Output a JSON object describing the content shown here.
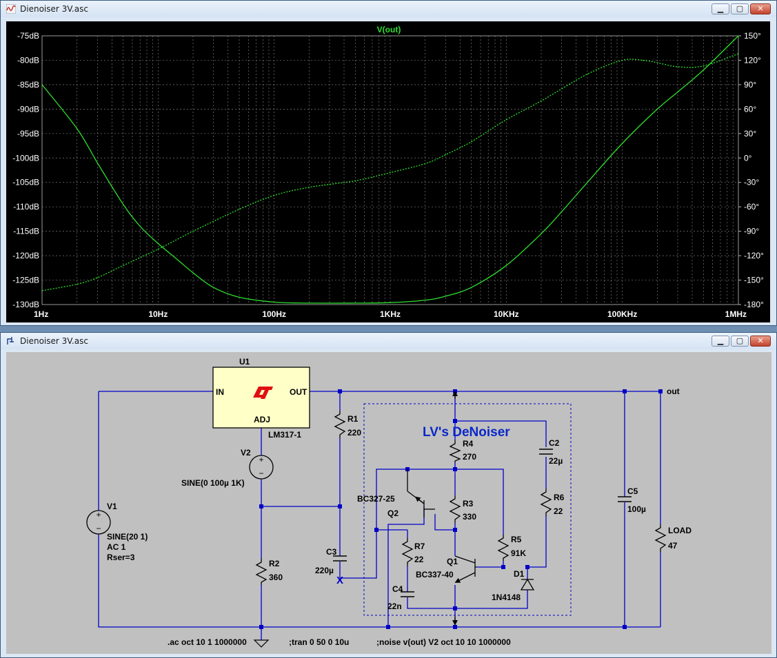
{
  "plot_window": {
    "title": "Dienoiser 3V.asc",
    "trace_label": "V(out)",
    "left_axis_ticks": [
      "-75dB",
      "-80dB",
      "-85dB",
      "-90dB",
      "-95dB",
      "-100dB",
      "-105dB",
      "-110dB",
      "-115dB",
      "-120dB",
      "-125dB",
      "-130dB"
    ],
    "right_axis_ticks": [
      "150°",
      "120°",
      "90°",
      "60°",
      "30°",
      "0°",
      "-30°",
      "-60°",
      "-90°",
      "-120°",
      "-150°",
      "-180°"
    ],
    "x_axis_ticks": [
      "1Hz",
      "10Hz",
      "100Hz",
      "1KHz",
      "10KHz",
      "100KHz",
      "1MHz"
    ],
    "colors": {
      "background": "#000000",
      "trace": "#2ee02e",
      "grid": "#7a7a7a",
      "axis_text": "#ffffff"
    }
  },
  "chart_data": {
    "type": "line",
    "title": "V(out)",
    "x_scale": "log",
    "xlim": [
      1,
      1000000
    ],
    "ylim_left": [
      -130,
      -75
    ],
    "ylim_right": [
      -180,
      150
    ],
    "left_unit": "dB",
    "right_unit": "°",
    "grid": true,
    "series": [
      {
        "axis": "left",
        "style": "solid",
        "x": [
          1,
          2,
          3,
          5,
          7,
          10,
          15,
          20,
          30,
          50,
          100,
          200,
          500,
          1000,
          2000,
          3000,
          5000,
          10000,
          20000,
          30000,
          50000,
          100000,
          200000,
          300000,
          500000,
          1000000
        ],
        "values": [
          -85,
          -94,
          -101,
          -109.5,
          -114,
          -117.5,
          -121,
          -123.5,
          -126.5,
          -128.5,
          -129.5,
          -129.7,
          -129.7,
          -129.6,
          -129.1,
          -128.3,
          -126.5,
          -122,
          -115.5,
          -111,
          -105,
          -97,
          -90,
          -86.5,
          -82,
          -75
        ]
      },
      {
        "axis": "right",
        "style": "dashed",
        "x": [
          1,
          2,
          3,
          5,
          10,
          20,
          50,
          100,
          200,
          500,
          1000,
          2000,
          3000,
          5000,
          10000,
          20000,
          50000,
          100000,
          150000,
          200000,
          300000,
          500000,
          1000000
        ],
        "values": [
          -163,
          -155,
          -147,
          -132,
          -112,
          -90,
          -63,
          -46,
          -36,
          -28,
          -18,
          -7,
          4,
          20,
          47,
          70,
          103,
          120,
          120,
          117,
          112,
          113,
          128
        ]
      }
    ]
  },
  "schematic_window": {
    "title": "Dienoiser 3V.asc",
    "components": {
      "u1_ref": "U1",
      "u1_in": "IN",
      "u1_out": "OUT",
      "u1_adj": "ADJ",
      "u1_part": "LM317-1",
      "v1_ref": "V1",
      "v1_value": "SINE(20 1)",
      "v1_ac": "AC 1",
      "v1_rser": "Rser=3",
      "v2_ref": "V2",
      "v2_value": "SINE(0 100µ 1K)",
      "r1_ref": "R1",
      "r1_value": "220",
      "r2_ref": "R2",
      "r2_value": "360",
      "r3_ref": "R3",
      "r3_value": "330",
      "r4_ref": "R4",
      "r4_value": "270",
      "r5_ref": "R5",
      "r5_value": "91K",
      "r6_ref": "R6",
      "r6_value": "22",
      "r7_ref": "R7",
      "r7_value": "22",
      "c2_ref": "C2",
      "c2_value": "22µ",
      "c3_ref": "C3",
      "c3_value": "220µ",
      "c4_ref": "C4",
      "c4_value": "22n",
      "c5_ref": "C5",
      "c5_value": "100µ",
      "q1_ref": "Q1",
      "q1_part": "BC337-40",
      "q2_ref": "Q2",
      "q2_part": "BC327-25",
      "d1_ref": "D1",
      "d1_part": "1N4148",
      "load_ref": "LOAD",
      "load_value": "47",
      "net_out": "out",
      "denoiser_label": "LV's DeNoiser",
      "probe_marker": "X"
    },
    "directives": {
      "ac": ".ac oct 10 1 1000000",
      "tran": ";tran 0 50 0 10u",
      "noise": ";noise v(out) V2 oct 10 10 1000000"
    },
    "colors": {
      "wire": "#0000c8",
      "component": "#000000",
      "background": "#c0c0c0",
      "logo": "#e01010",
      "regulator_fill": "#ffffc8",
      "label": "#0a28c8"
    }
  }
}
